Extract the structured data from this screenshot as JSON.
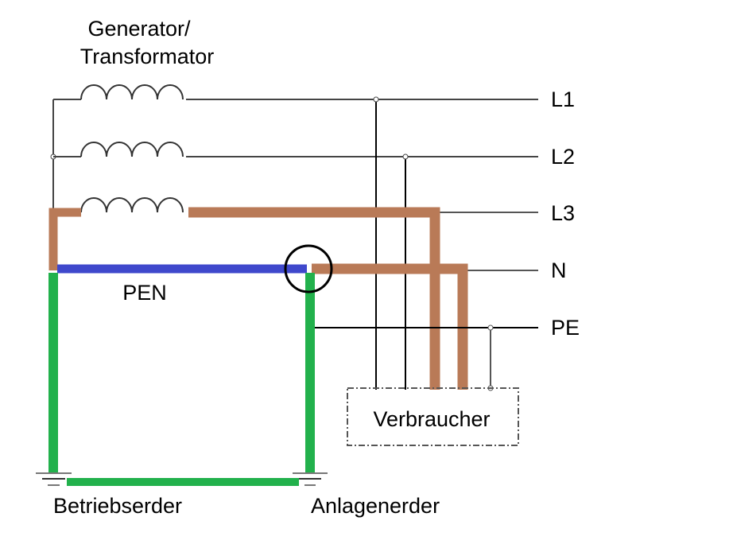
{
  "source_label_line1": "Generator/",
  "source_label_line2": "Transformator",
  "conductors": [
    "L1",
    "L2",
    "L3",
    "N",
    "PE"
  ],
  "pen_label": "PEN",
  "load_label": "Verbraucher",
  "earth_left_label": "Betriebserder",
  "earth_right_label": "Anlagenerder",
  "colors": {
    "phase_brown": "#b97a57",
    "pen_blue": "#3f48cc",
    "earth_green": "#22b14c",
    "wire": "#000000",
    "marker_circle": "#000000"
  }
}
